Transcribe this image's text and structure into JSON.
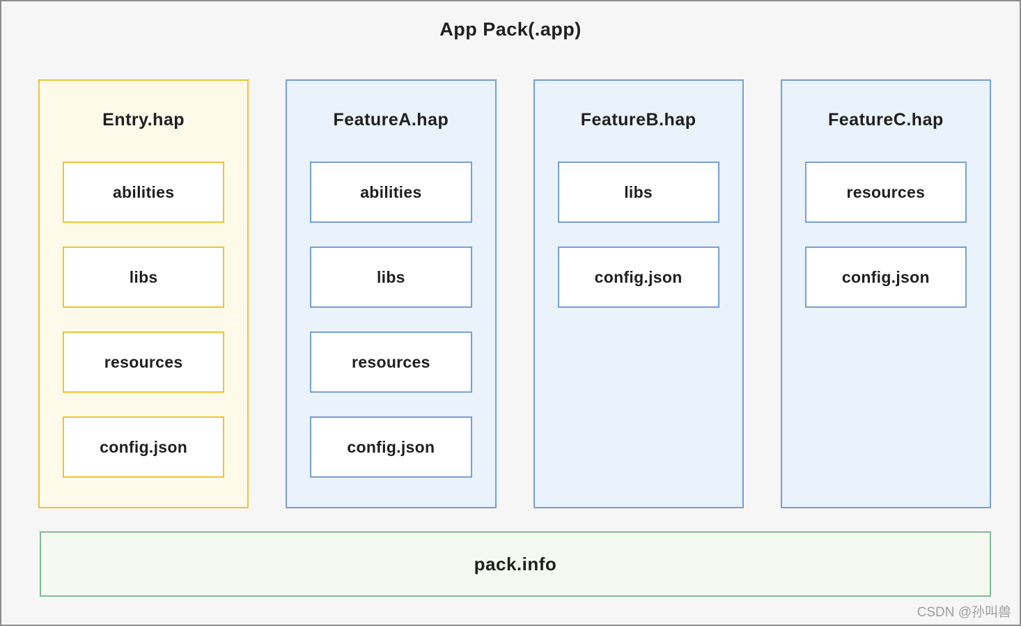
{
  "page": {
    "title": "App Pack(.app)",
    "watermark": "CSDN @孙叫兽"
  },
  "colors": {
    "page_background": "#F6F6F6",
    "frame_border": "#8C8C8C",
    "text": "#1F1F1F",
    "entry_border": "#F0C330",
    "entry_background": "#FDFAEA",
    "feature_border": "#74A0D8",
    "feature_background": "#EAF2FB",
    "pack_info_border": "#7FB998",
    "pack_info_background": "#F4FAF1",
    "item_background": "#FFFFFF",
    "watermark_color": "#9E9E9E"
  },
  "columns": [
    {
      "title": "Entry.hap",
      "theme": "yellow",
      "items": [
        "abilities",
        "libs",
        "resources",
        "config.json"
      ]
    },
    {
      "title": "FeatureA.hap",
      "theme": "blue",
      "items": [
        "abilities",
        "libs",
        "resources",
        "config.json"
      ]
    },
    {
      "title": "FeatureB.hap",
      "theme": "blue",
      "items": [
        "libs",
        "config.json"
      ]
    },
    {
      "title": "FeatureC.hap",
      "theme": "blue",
      "items": [
        "resources",
        "config.json"
      ]
    }
  ],
  "footer": {
    "label": "pack.info"
  }
}
